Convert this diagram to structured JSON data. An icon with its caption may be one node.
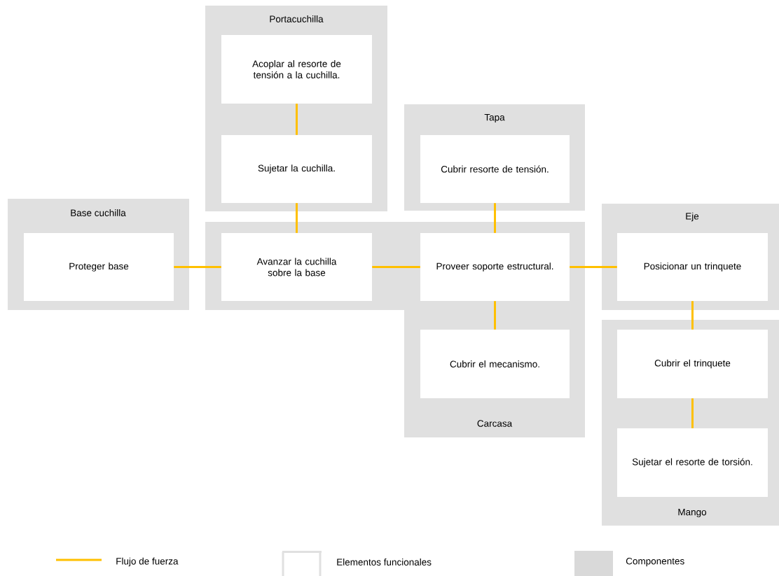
{
  "diagram": {
    "nodes": [
      {
        "text": [
          "Portacuchilla"
        ]
      },
      {
        "text": [
          "Acoplar al resorte de tensión a la cuchilla."
        ],
        "in": 0
      },
      {
        "text": [
          "Sujetar la cuchilla."
        ],
        "in": 0
      },
      {
        "text": [
          "Tapa"
        ]
      },
      {
        "text": [
          "Cubrir resorte de tensión."
        ],
        "in": 3
      },
      {
        "text": [
          "Base cuchilla"
        ]
      },
      {
        "text": [
          "Proteger base"
        ],
        "in": 5
      },
      {
        "text": [
          "Carcasa"
        ]
      },
      {
        "text": [
          "Avanzar la cuchilla sobre la base"
        ],
        "in": 7
      },
      {
        "text": [
          "Proveer soporte estructural."
        ],
        "in": 7
      },
      {
        "text": [
          "Cubrir el mecanismo."
        ],
        "in": 7
      },
      {
        "text": [
          "Eje"
        ]
      },
      {
        "text": [
          "Posicionar un trinquete"
        ],
        "in": 11
      },
      {
        "text": [
          "Mango"
        ]
      },
      {
        "text": [
          "Cubrir el trinquete"
        ],
        "in": 13
      },
      {
        "text": [
          "Sujetar el resorte de torsión."
        ],
        "in": 13
      }
    ],
    "edges": [
      {
        "from": 1,
        "to": 2,
        "arrow": "none"
      },
      {
        "from": 2,
        "to": 8,
        "arrow": "none"
      },
      {
        "from": 4,
        "to": 9,
        "arrow": "none"
      },
      {
        "from": 6,
        "to": 8,
        "arrow": "none"
      },
      {
        "from": 8,
        "to": 9,
        "arrow": "none"
      },
      {
        "from": 9,
        "to": 12,
        "arrow": "none"
      },
      {
        "from": 9,
        "to": 10,
        "arrow": "none"
      },
      {
        "from": 12,
        "to": 14,
        "arrow": "none"
      },
      {
        "from": 14,
        "to": 15,
        "arrow": "none"
      }
    ],
    "legend": [
      {
        "text": "Flujo de fuerza"
      },
      {
        "text": "Elementos funcionales"
      },
      {
        "text": "Componentes",
        "color": "#d9d9d9"
      }
    ]
  }
}
